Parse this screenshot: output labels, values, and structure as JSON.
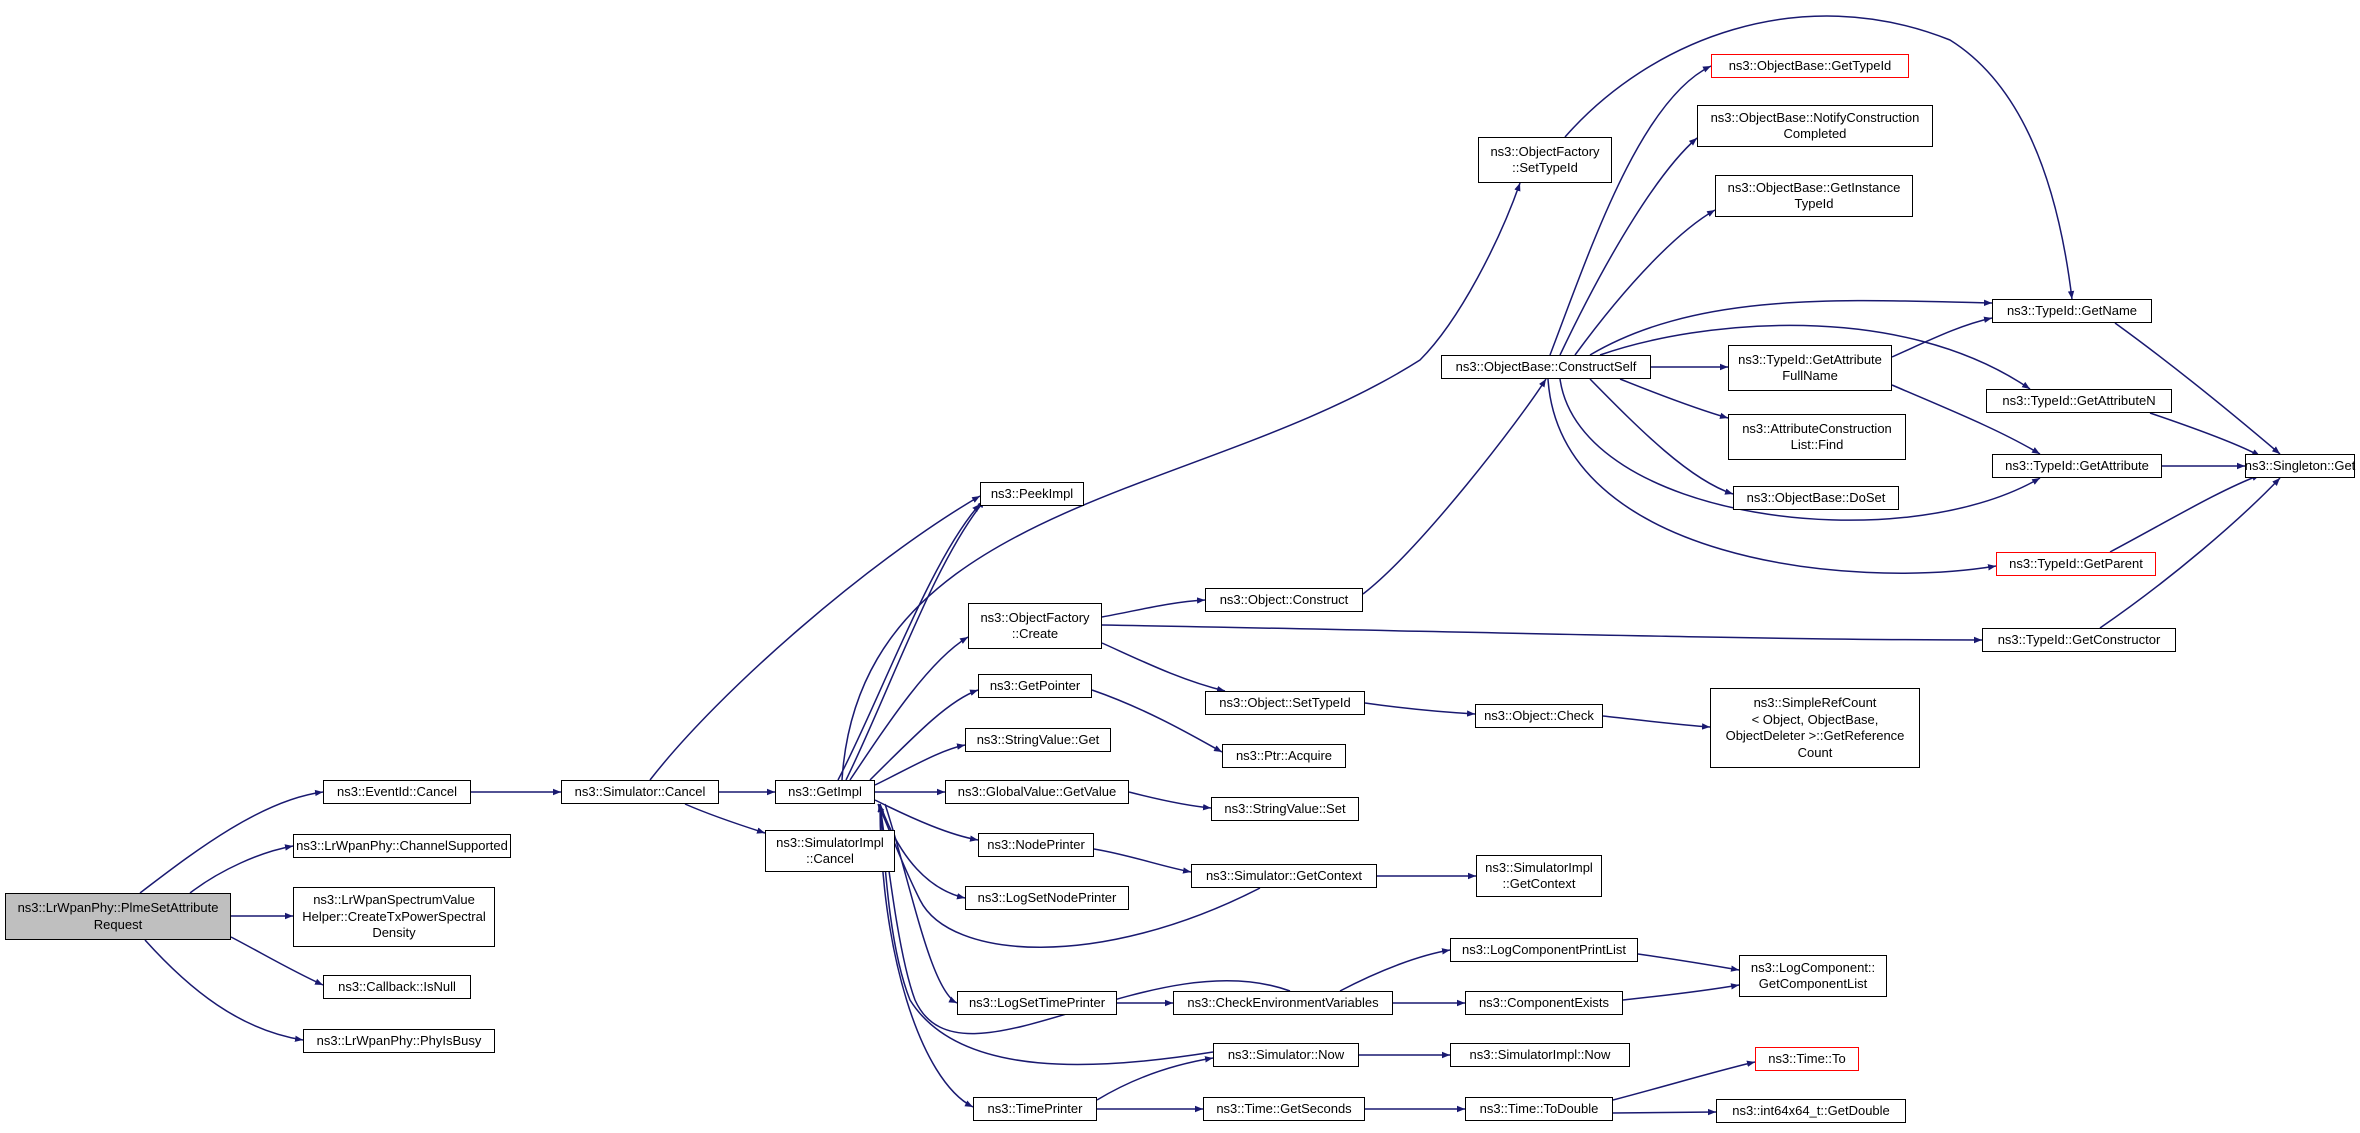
{
  "graph": {
    "root": "ns3::LrWpanPhy::PlmeSetAttribute\nRequest",
    "nodes": {
      "eventid_cancel": "ns3::EventId::Cancel",
      "channel_supported": "ns3::LrWpanPhy::ChannelSupported",
      "create_tx_psd": "ns3::LrWpanSpectrumValue\nHelper::CreateTxPowerSpectral\nDensity",
      "callback_isnull": "ns3::Callback::IsNull",
      "phy_isbusy": "ns3::LrWpanPhy::PhyIsBusy",
      "simulator_cancel": "ns3::Simulator::Cancel",
      "getimpl": "ns3::GetImpl",
      "simimpl_cancel": "ns3::SimulatorImpl\n::Cancel",
      "peekimpl": "ns3::PeekImpl",
      "objfactory_create": "ns3::ObjectFactory\n::Create",
      "getpointer": "ns3::GetPointer",
      "stringvalue_get": "ns3::StringValue::Get",
      "globalvalue_getvalue": "ns3::GlobalValue::GetValue",
      "nodeprinter": "ns3::NodePrinter",
      "logsetnodeprinter": "ns3::LogSetNodePrinter",
      "logsettimeprinter": "ns3::LogSetTimePrinter",
      "timeprinter": "ns3::TimePrinter",
      "objfactory_settypeid": "ns3::ObjectFactory\n::SetTypeId",
      "object_construct": "ns3::Object::Construct",
      "object_settypeid": "ns3::Object::SetTypeId",
      "ptr_acquire": "ns3::Ptr::Acquire",
      "stringvalue_set": "ns3::StringValue::Set",
      "simulator_getcontext": "ns3::Simulator::GetContext",
      "check_env_vars": "ns3::CheckEnvironmentVariables",
      "simulator_now": "ns3::Simulator::Now",
      "time_getseconds": "ns3::Time::GetSeconds",
      "objbase_constructself": "ns3::ObjectBase::ConstructSelf",
      "object_check": "ns3::Object::Check",
      "simimpl_getcontext": "ns3::SimulatorImpl\n::GetContext",
      "logcomponent_printlist": "ns3::LogComponentPrintList",
      "component_exists": "ns3::ComponentExists",
      "simimpl_now": "ns3::SimulatorImpl::Now",
      "time_todouble": "ns3::Time::ToDouble",
      "objbase_gettypeid": "ns3::ObjectBase::GetTypeId",
      "objbase_notify": "ns3::ObjectBase::NotifyConstruction\nCompleted",
      "objbase_getinstance": "ns3::ObjectBase::GetInstance\nTypeId",
      "typeid_getattrfullname": "ns3::TypeId::GetAttribute\nFullName",
      "attrconstruction_find": "ns3::AttributeConstruction\nList::Find",
      "objbase_doset": "ns3::ObjectBase::DoSet",
      "simplerefcount": "ns3::SimpleRefCount\n< Object, ObjectBase,\nObjectDeleter >::GetReference\nCount",
      "logcomponent_getlist": "ns3::LogComponent::\nGetComponentList",
      "time_to": "ns3::Time::To",
      "int64x64_getdouble": "ns3::int64x64_t::GetDouble",
      "typeid_getname": "ns3::TypeId::GetName",
      "typeid_getattributen": "ns3::TypeId::GetAttributeN",
      "typeid_getattribute": "ns3::TypeId::GetAttribute",
      "typeid_getparent": "ns3::TypeId::GetParent",
      "typeid_getconstructor": "ns3::TypeId::GetConstructor",
      "singleton_get": "ns3::Singleton::Get"
    },
    "colors": {
      "edge": "#191970",
      "border": "#000000",
      "incomplete_border": "#ff0000",
      "root_fill": "#bfbfbf"
    }
  }
}
